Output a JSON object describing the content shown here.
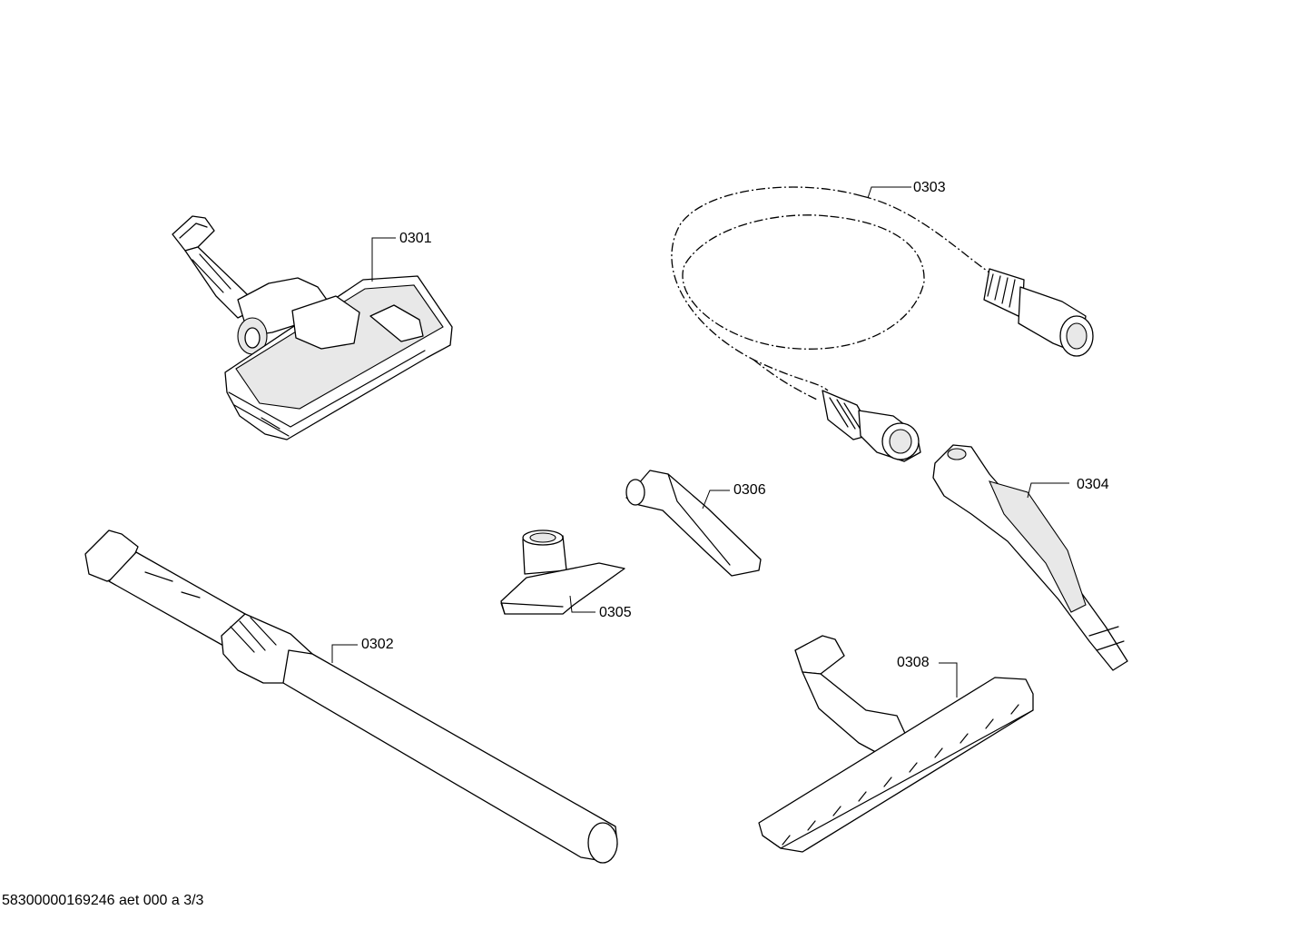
{
  "diagram": {
    "parts": [
      {
        "id": "floor-nozzle-turbo",
        "label": "0301"
      },
      {
        "id": "telescopic-tube",
        "label": "0302"
      },
      {
        "id": "hose",
        "label": "0303"
      },
      {
        "id": "handle",
        "label": "0304"
      },
      {
        "id": "upholstery-nozzle",
        "label": "0305"
      },
      {
        "id": "crevice-nozzle",
        "label": "0306"
      },
      {
        "id": "parquet-nozzle",
        "label": "0308"
      }
    ],
    "footer": "58300000169246 aet 000 a 3/3"
  }
}
